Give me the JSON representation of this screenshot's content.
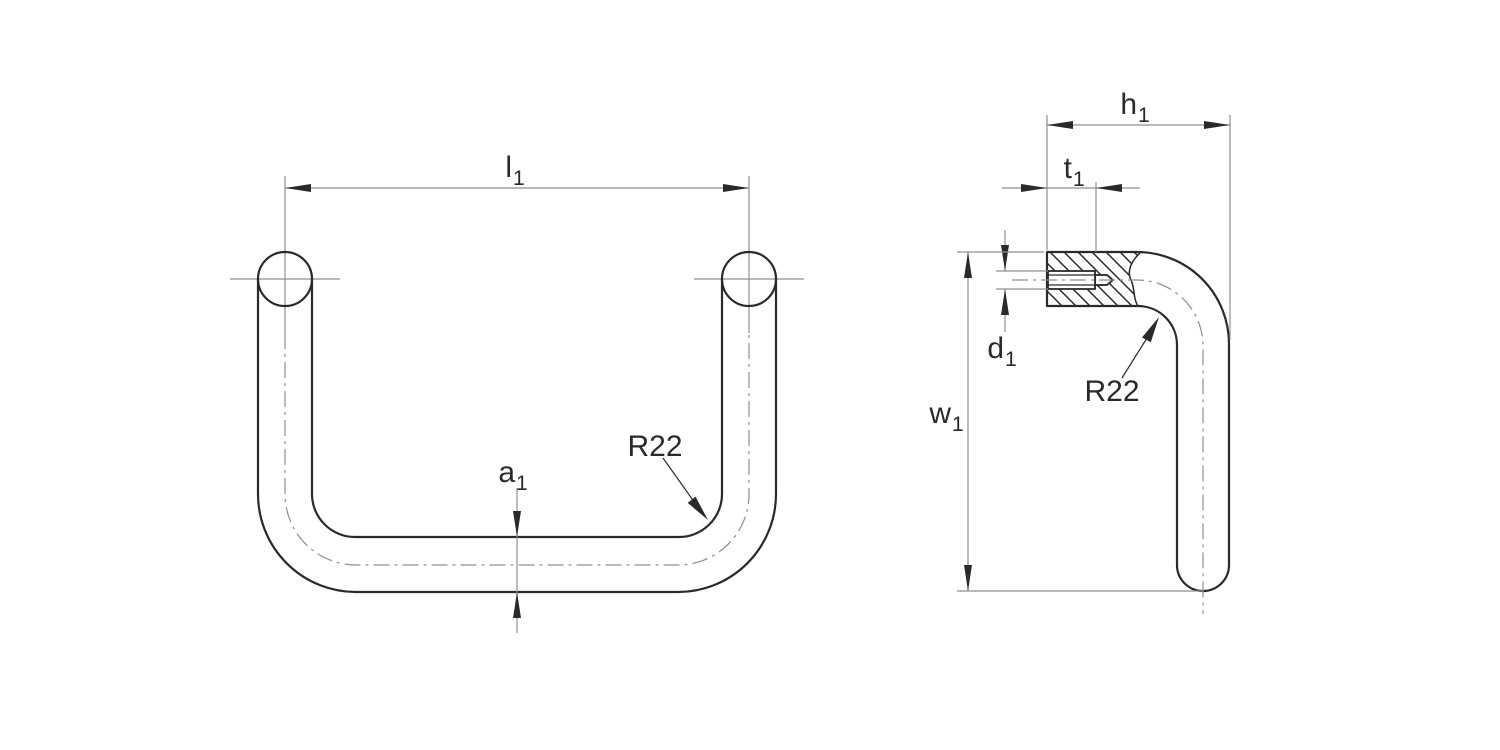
{
  "drawing": {
    "colors": {
      "outline": "#2a2a2a",
      "thin_line": "#8f8f8f",
      "text": "#2a2a2a",
      "background": "#ffffff"
    },
    "front_view": {
      "dim_length": {
        "base": "l",
        "sub": "1"
      },
      "dim_bar_diameter": {
        "base": "a",
        "sub": "1"
      },
      "bend_radius_label": "R22"
    },
    "side_view": {
      "dim_depth": {
        "base": "h",
        "sub": "1"
      },
      "dim_thread_depth": {
        "base": "t",
        "sub": "1"
      },
      "dim_thread_diameter": {
        "base": "d",
        "sub": "1"
      },
      "dim_height": {
        "base": "w",
        "sub": "1"
      },
      "bend_radius_label": "R22"
    }
  }
}
